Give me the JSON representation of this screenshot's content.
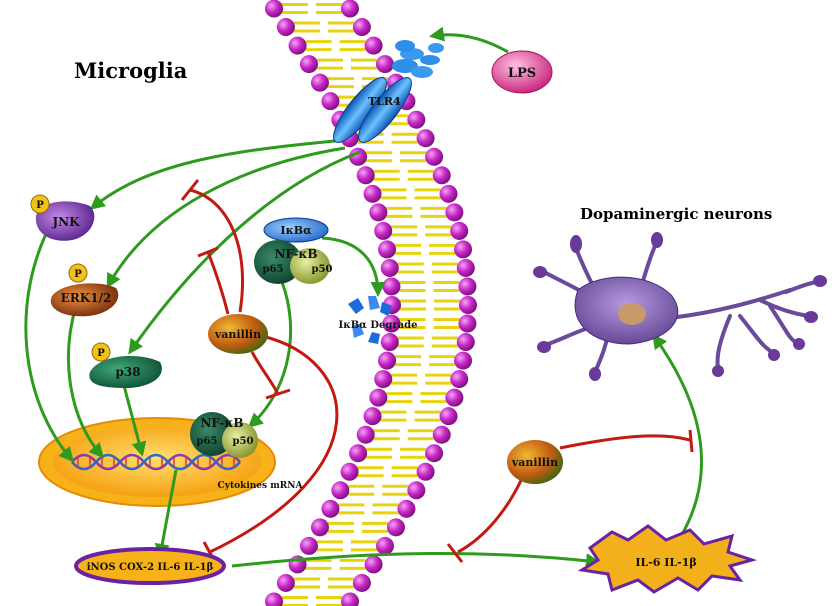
{
  "labels": {
    "microglia": "Microglia",
    "neurons": "Dopaminergic neurons",
    "lps": "LPS",
    "tlr4": "TLR4",
    "jnk": "JNK",
    "erk": "ERK1/2",
    "p38": "p38",
    "phospho": "P",
    "ikba": "IκBα",
    "nfkb": "NF-κB",
    "p65": "p65",
    "p50": "p50",
    "ikba_degrade": "IκBα Degrade",
    "vanillin": "vanillin",
    "cytokines_mrna": "Cytokines mRNA",
    "mediators": "iNOS COX-2 IL-6 IL-1β",
    "released": "IL-6 IL-1β"
  },
  "colors": {
    "activation_arrow": "#2e9a1e",
    "inhibition": "#c21a12",
    "lipid_head": "#c828c8",
    "lipid_tail": "#f2ee1e",
    "lps": "#e0489a",
    "tlr4": "#1e82e6",
    "neuron": "#7a5aa6",
    "nucleus": "#f2a60e",
    "mediator_border": "#6a22a2"
  }
}
